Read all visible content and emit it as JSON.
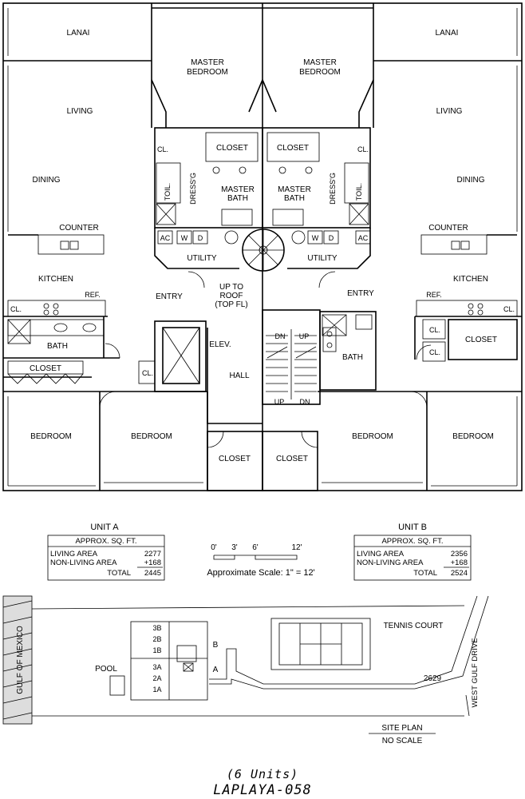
{
  "rooms": {
    "lanai_a": "LANAI",
    "lanai_b": "LANAI",
    "master_bedroom_a": [
      "MASTER",
      "BEDROOM"
    ],
    "master_bedroom_b": [
      "MASTER",
      "BEDROOM"
    ],
    "living_a": "LIVING",
    "living_b": "LIVING",
    "dining_a": "DINING",
    "dining_b": "DINING",
    "cl_a1": "CL.",
    "cl_b1": "CL.",
    "closet_a1": "CLOSET",
    "closet_b1": "CLOSET",
    "toil_a": "TOIL.",
    "toil_b": "TOIL.",
    "dressg_a": "DRESS'G",
    "dressg_b": "DRESS'G",
    "master_bath_a": [
      "MASTER",
      "BATH"
    ],
    "master_bath_b": [
      "MASTER",
      "BATH"
    ],
    "counter_a": "COUNTER",
    "counter_b": "COUNTER",
    "ac_a": "AC",
    "w_a": "W",
    "d_a": "D",
    "ac_b": "AC",
    "w_b": "W",
    "d_b": "D",
    "utility_a": "UTILITY",
    "utility_b": "UTILITY",
    "kitchen_a": "KITCHEN",
    "kitchen_b": "KITCHEN",
    "up_to_roof": [
      "UP TO",
      "ROOF",
      "(TOP FL)"
    ],
    "entry_a": "ENTRY",
    "entry_b": "ENTRY",
    "ref_a": "REF.",
    "ref_b": "REF.",
    "cl_a2": "CL.",
    "cl_b2": "CL.",
    "cl_b3": "CL.",
    "cl_a3": "CL.",
    "bath_a": "BATH",
    "bath_b": "BATH",
    "closet_a2": "CLOSET",
    "closet_b2": "CLOSET",
    "elev": "ELEV.",
    "hall": "HALL",
    "dn_1": "DN",
    "up_1": "UP",
    "up_2": "UP",
    "dn_2": "DN",
    "bedroom_a1": "BEDROOM",
    "bedroom_a2": "BEDROOM",
    "bedroom_b1": "BEDROOM",
    "bedroom_b2": "BEDROOM",
    "closet_c1": "CLOSET",
    "closet_c2": "CLOSET"
  },
  "unit_a": {
    "title": "UNIT A",
    "header": "APPROX. SQ. FT.",
    "rows": [
      {
        "label": "LIVING AREA",
        "value": "2277"
      },
      {
        "label": "NON-LIVING AREA",
        "value": "+168"
      },
      {
        "label": "TOTAL",
        "value": "2445"
      }
    ]
  },
  "unit_b": {
    "title": "UNIT B",
    "header": "APPROX. SQ. FT.",
    "rows": [
      {
        "label": "LIVING AREA",
        "value": "2356"
      },
      {
        "label": "NON-LIVING AREA",
        "value": "+168"
      },
      {
        "label": "TOTAL",
        "value": "2524"
      }
    ]
  },
  "scale": {
    "ticks": [
      "0'",
      "3'",
      "6'",
      "12'"
    ],
    "caption": "Approximate Scale: 1\" = 12'"
  },
  "site_plan": {
    "gulf": "GULF OF MEXICO",
    "pool": "POOL",
    "units_top": [
      "3B",
      "2B",
      "1B"
    ],
    "units_bottom": [
      "3A",
      "2A",
      "1A"
    ],
    "marker_b": "B",
    "marker_a": "A",
    "tennis": "TENNIS COURT",
    "address": "2629",
    "road": "WEST GULF DRIVE",
    "title": "SITE PLAN",
    "subtitle": "NO SCALE"
  },
  "footer": {
    "units": "(6 Units)",
    "name": "LAPLAYA-058"
  }
}
